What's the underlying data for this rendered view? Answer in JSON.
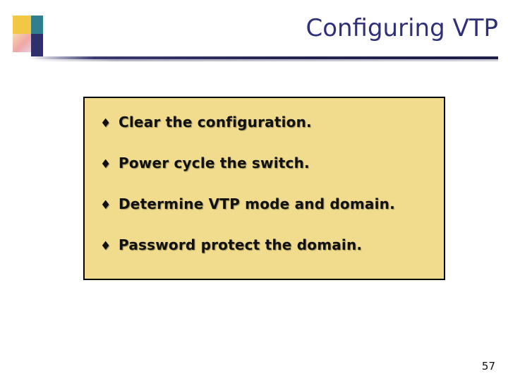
{
  "slide": {
    "title": "Configuring VTP",
    "page_number": "57",
    "accent_color": "#2f2f7a",
    "panel_color": "#f0dc8c",
    "logo": {
      "square_yellow": "#f2c744",
      "square_teal": "#2f7f8f",
      "square_navy": "#2f2f6b",
      "square_gradient": "#f0a7a7"
    },
    "content": {
      "bullet_glyph": "♦",
      "items": [
        {
          "text": "Clear the configuration."
        },
        {
          "text": "Power cycle the switch."
        },
        {
          "text": "Determine VTP mode and domain."
        },
        {
          "text": "Password protect the domain."
        }
      ]
    }
  }
}
